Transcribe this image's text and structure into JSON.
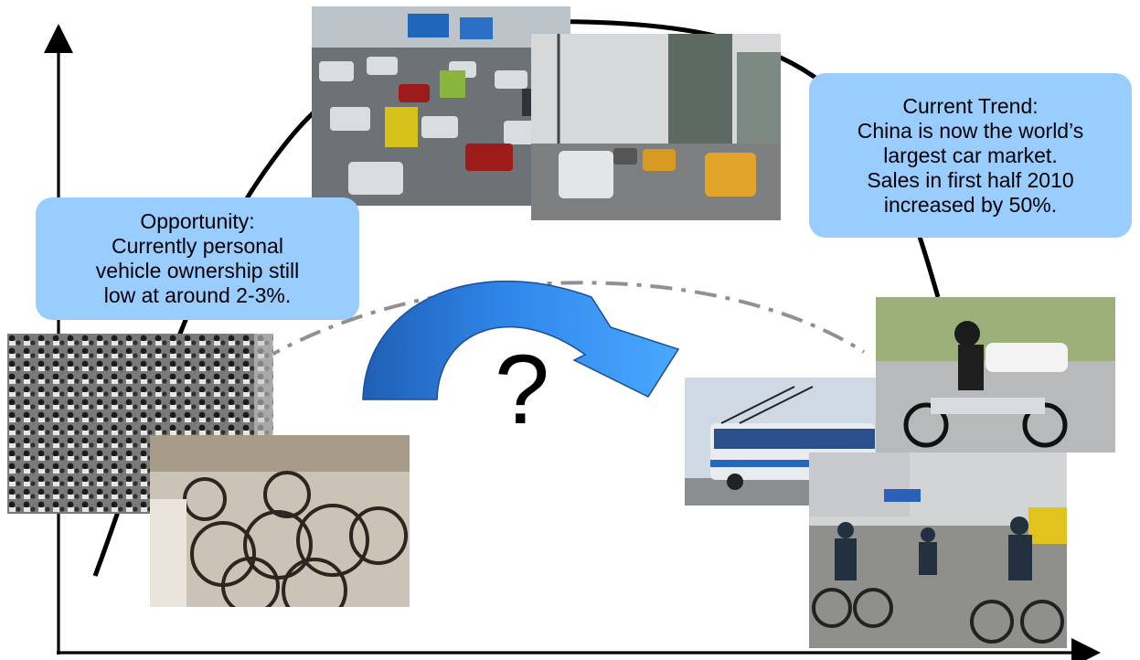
{
  "callouts": {
    "opportunity": [
      "Opportunity:",
      "Currently personal",
      "vehicle ownership still",
      "low at around 2-3%."
    ],
    "current_trend": [
      "Current Trend:",
      "China is now the world’s",
      "largest car market.",
      "Sales in first half 2010",
      "increased by 50%."
    ]
  },
  "question_mark": "?",
  "colors": {
    "callout_fill": "#99ccff",
    "arrow_light": "#3da0ff",
    "arrow_dark": "#1f5fb4",
    "dashed_curve": "#909090",
    "axis": "#000000"
  },
  "icons": {
    "axes": "axis-arrows",
    "growth_curve": "curve-line",
    "alternative_path": "dash-dot-arc",
    "transition": "curved-blue-arrow"
  },
  "photos": [
    "traffic-jam-photo",
    "city-taxis-photo",
    "bicycle-crowd-photo",
    "parked-bicycles-photo",
    "trolley-bus-photo",
    "e-bike-rider-photo",
    "street-cyclists-photo"
  ]
}
